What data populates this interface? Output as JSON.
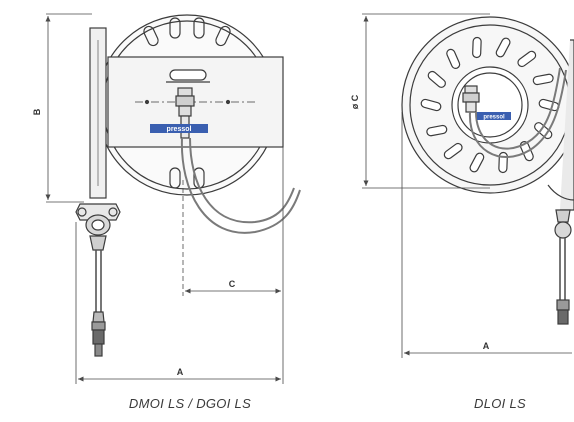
{
  "left_figure": {
    "caption": "DMOI LS / DGOI LS",
    "dim_a": "A",
    "dim_b": "B",
    "dim_c": "C",
    "brand_label": "pressol"
  },
  "right_figure": {
    "caption": "DLOI LS",
    "dim_a": "A",
    "dim_diameter_c": "ø C",
    "brand_label": "pressol"
  },
  "colors": {
    "line": "#3c3c3c",
    "dimension": "#4a4a4a",
    "hose": "#7a7a7a",
    "label_blue": "#3a5fb0",
    "metal_fill": "#f4f4f4"
  }
}
